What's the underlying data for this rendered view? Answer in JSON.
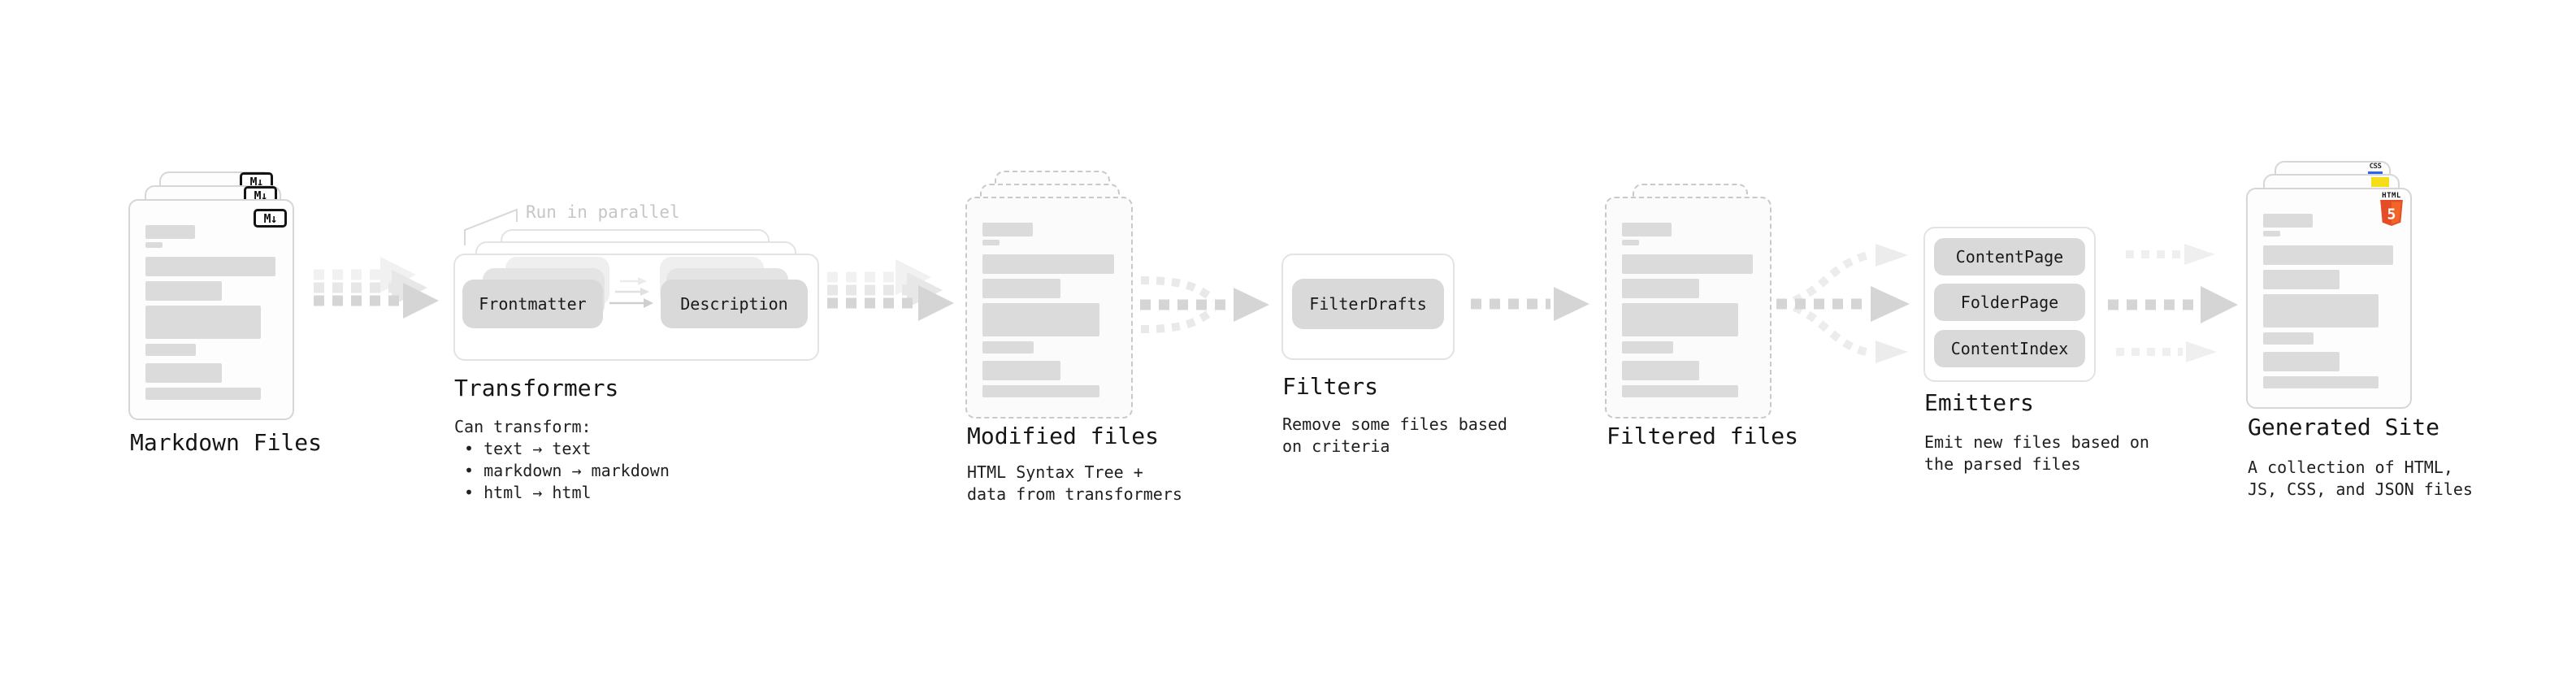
{
  "stages": {
    "markdown_files": {
      "label": "Markdown Files",
      "badge": "M↓"
    },
    "transformers": {
      "label": "Transformers",
      "note": "Run in parallel",
      "pills": [
        "Frontmatter",
        "Description"
      ],
      "desc_lines": [
        "Can transform:",
        "• text → text",
        "• markdown → markdown",
        "• html → html"
      ]
    },
    "modified_files": {
      "label": "Modified files",
      "desc_lines": [
        "HTML Syntax Tree +",
        "data from transformers"
      ]
    },
    "filters": {
      "label": "Filters",
      "pills": [
        "FilterDrafts"
      ],
      "desc_lines": [
        "Remove some files based",
        "on criteria"
      ]
    },
    "filtered_files": {
      "label": "Filtered files"
    },
    "emitters": {
      "label": "Emitters",
      "pills": [
        "ContentPage",
        "FolderPage",
        "ContentIndex"
      ],
      "desc_lines": [
        "Emit new files based on",
        "the parsed files"
      ]
    },
    "generated_site": {
      "label": "Generated Site",
      "desc_lines": [
        "A collection of HTML,",
        "JS, CSS, and JSON files"
      ],
      "badges": {
        "css": "CSS",
        "html_word": "HTML",
        "html_five": "5"
      }
    }
  },
  "colors": {
    "html5_orange": "#e44d26",
    "html5_orange_light": "#f16529",
    "js_yellow": "#f5de19",
    "css_blue": "#2c63f0",
    "arrow_gray": "#d5d5d5",
    "arrow_gray_light": "#ececec"
  },
  "decor": {
    "file_bars": [
      {
        "w": 38,
        "h": 17,
        "mt": 0
      },
      {
        "w": 13,
        "h": 7,
        "mt": 4
      },
      {
        "w": 100,
        "h": 24,
        "mt": 11
      },
      {
        "w": 59,
        "h": 24,
        "mt": 6
      },
      {
        "w": 89,
        "h": 41,
        "mt": 6
      },
      {
        "w": 39,
        "h": 15,
        "mt": 6
      },
      {
        "w": 59,
        "h": 24,
        "mt": 9
      },
      {
        "w": 89,
        "h": 15,
        "mt": 6
      }
    ]
  }
}
